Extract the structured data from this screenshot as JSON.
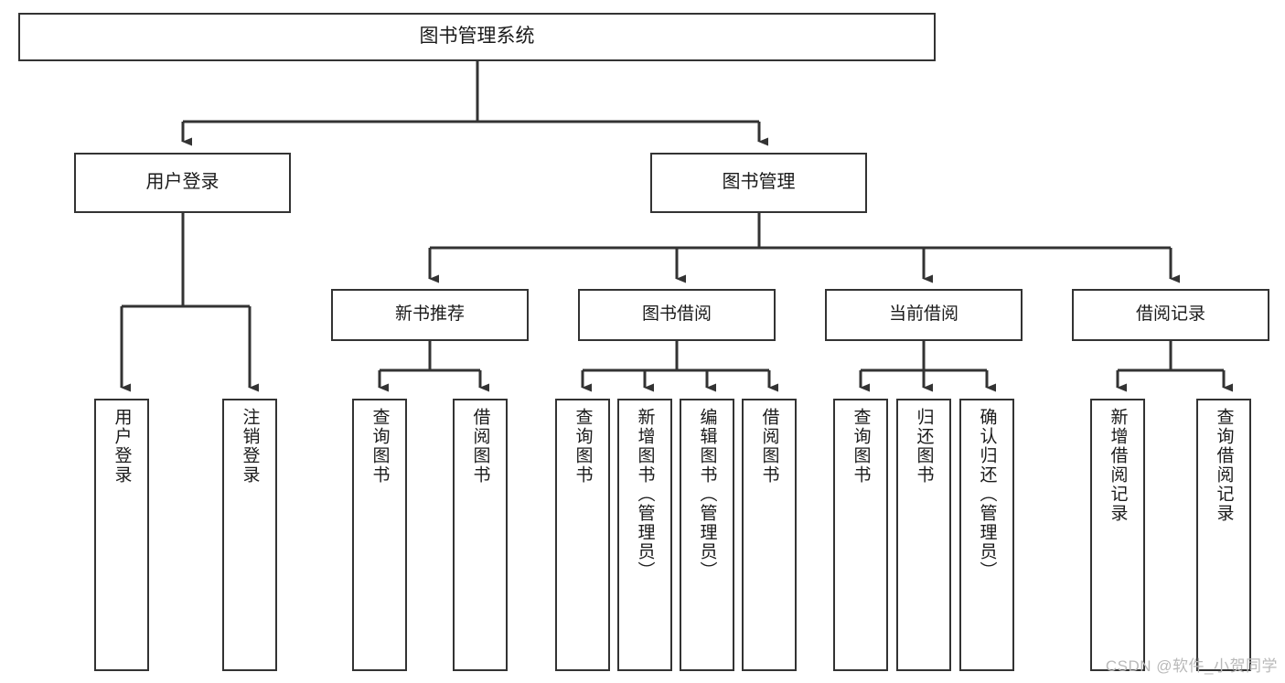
{
  "diagram": {
    "title": "图书管理系统",
    "watermark": "CSDN @软件_小贺同学",
    "line_color": "#333333",
    "box_border_color": "#333333",
    "box_fill_color": "#ffffff",
    "text_color": "#1a1a1a",
    "root": {
      "label": "图书管理系统"
    },
    "level2": [
      {
        "label": "用户登录"
      },
      {
        "label": "图书管理"
      }
    ],
    "level3": [
      {
        "label": "新书推荐"
      },
      {
        "label": "图书借阅"
      },
      {
        "label": "当前借阅"
      },
      {
        "label": "借阅记录"
      }
    ],
    "leaves": {
      "user_login": [
        {
          "label": "用户登录"
        },
        {
          "label": "注销登录"
        }
      ],
      "new_book_recommend": [
        {
          "label": "查询图书"
        },
        {
          "label": "借阅图书"
        }
      ],
      "book_borrow": [
        {
          "label": "查询图书"
        },
        {
          "label": "新增图书（管理员）"
        },
        {
          "label": "编辑图书（管理员）"
        },
        {
          "label": "借阅图书"
        }
      ],
      "current_borrow": [
        {
          "label": "查询图书"
        },
        {
          "label": "归还图书"
        },
        {
          "label": "确认归还（管理员）"
        }
      ],
      "borrow_record": [
        {
          "label": "新增借阅记录"
        },
        {
          "label": "查询借阅记录"
        }
      ]
    }
  }
}
